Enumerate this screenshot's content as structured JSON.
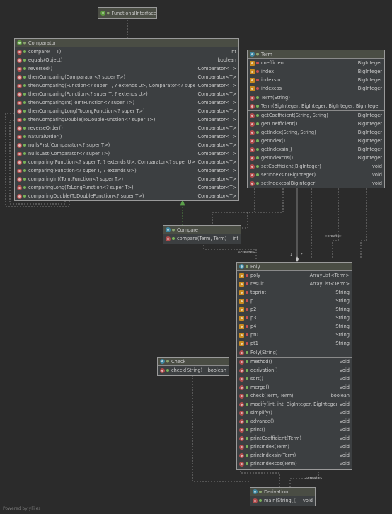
{
  "classes": {
    "functional_interface": {
      "name": "FunctionalInterface"
    },
    "comparator": {
      "name": "Comparator",
      "methods": [
        {
          "name": "compare(T, T)",
          "type": "int"
        },
        {
          "name": "equals(Object)",
          "type": "boolean"
        },
        {
          "name": "reversed()",
          "type": "Comparator<T>"
        },
        {
          "name": "thenComparing(Comparator<? super T>)",
          "type": "Comparator<T>"
        },
        {
          "name": "thenComparing(Function<? super T, ? extends U>, Comparator<? super U>)",
          "type": "Comparator<T>"
        },
        {
          "name": "thenComparing(Function<? super T, ? extends U>)",
          "type": "Comparator<T>"
        },
        {
          "name": "thenComparingInt(ToIntFunction<? super T>)",
          "type": "Comparator<T>"
        },
        {
          "name": "thenComparingLong(ToLongFunction<? super T>)",
          "type": "Comparator<T>"
        },
        {
          "name": "thenComparingDouble(ToDoubleFunction<? super T>)",
          "type": "Comparator<T>"
        },
        {
          "name": "reverseOrder()",
          "type": "Comparator<T>"
        },
        {
          "name": "naturalOrder()",
          "type": "Comparator<T>"
        },
        {
          "name": "nullsFirst(Comparator<? super T>)",
          "type": "Comparator<T>"
        },
        {
          "name": "nullsLast(Comparator<? super T>)",
          "type": "Comparator<T>"
        },
        {
          "name": "comparing(Function<? super T, ? extends U>, Comparator<? super U>)",
          "type": "Comparator<T>"
        },
        {
          "name": "comparing(Function<? super T, ? extends U>)",
          "type": "Comparator<T>"
        },
        {
          "name": "comparingInt(ToIntFunction<? super T>)",
          "type": "Comparator<T>"
        },
        {
          "name": "comparingLong(ToLongFunction<? super T>)",
          "type": "Comparator<T>"
        },
        {
          "name": "comparingDouble(ToDoubleFunction<? super T>)",
          "type": "Comparator<T>"
        }
      ]
    },
    "term": {
      "name": "Term",
      "fields": [
        {
          "name": "coefficient",
          "type": "BigInteger"
        },
        {
          "name": "index",
          "type": "BigInteger"
        },
        {
          "name": "indexsin",
          "type": "BigInteger"
        },
        {
          "name": "indexcos",
          "type": "BigInteger"
        }
      ],
      "constructors": [
        {
          "name": "Term(String)",
          "type": ""
        },
        {
          "name": "Term(BigInteger, BigInteger, BigInteger, BigInteger)",
          "type": ""
        }
      ],
      "methods": [
        {
          "name": "getCoefficient(String, String)",
          "type": "BigInteger"
        },
        {
          "name": "getCoefficient()",
          "type": "BigInteger"
        },
        {
          "name": "getIndex(String, String)",
          "type": "BigInteger"
        },
        {
          "name": "getIndex()",
          "type": "BigInteger"
        },
        {
          "name": "getIndexsin()",
          "type": "BigInteger"
        },
        {
          "name": "getIndexcos()",
          "type": "BigInteger"
        },
        {
          "name": "setCoefficient(BigInteger)",
          "type": "void"
        },
        {
          "name": "setIndexsin(BigInteger)",
          "type": "void"
        },
        {
          "name": "setIndexcos(BigInteger)",
          "type": "void"
        }
      ]
    },
    "compare": {
      "name": "Compare",
      "methods": [
        {
          "name": "compare(Term, Term)",
          "type": "int"
        }
      ]
    },
    "poly": {
      "name": "Poly",
      "fields": [
        {
          "name": "poly",
          "type": "ArrayList<Term>"
        },
        {
          "name": "result",
          "type": "ArrayList<Term>"
        },
        {
          "name": "toprint",
          "type": "String"
        },
        {
          "name": "p1",
          "type": "String"
        },
        {
          "name": "p2",
          "type": "String"
        },
        {
          "name": "p3",
          "type": "String"
        },
        {
          "name": "p4",
          "type": "String"
        },
        {
          "name": "pt0",
          "type": "String"
        },
        {
          "name": "pt1",
          "type": "String"
        }
      ],
      "constructors": [
        {
          "name": "Poly(String)",
          "type": ""
        }
      ],
      "methods": [
        {
          "name": "method()",
          "type": "void"
        },
        {
          "name": "derivation()",
          "type": "void"
        },
        {
          "name": "sort()",
          "type": "void"
        },
        {
          "name": "merge()",
          "type": "void"
        },
        {
          "name": "check(Term, Term)",
          "type": "boolean"
        },
        {
          "name": "modify(int, int, BigInteger, BigInteger)",
          "type": "void"
        },
        {
          "name": "simplify()",
          "type": "void"
        },
        {
          "name": "advance()",
          "type": "void"
        },
        {
          "name": "print()",
          "type": "void"
        },
        {
          "name": "printCoefficient(Term)",
          "type": "void"
        },
        {
          "name": "printIndex(Term)",
          "type": "void"
        },
        {
          "name": "printIndexsin(Term)",
          "type": "void"
        },
        {
          "name": "printIndexcos(Term)",
          "type": "void"
        }
      ]
    },
    "check": {
      "name": "Check",
      "methods": [
        {
          "name": "check(String)",
          "type": "boolean"
        }
      ]
    },
    "derivation": {
      "name": "Derivation",
      "methods": [
        {
          "name": "main(String[])",
          "type": "void"
        }
      ]
    }
  },
  "labels": {
    "create_compare": "«create»",
    "create_term": "«create»",
    "create_poly": "«create»",
    "multiplicity_1": "1",
    "multiplicity_star": "*"
  },
  "footer": "Powered by yFiles",
  "colors": {
    "background": "#2b2b2b",
    "box": "#3c3f41",
    "header": "#4a4d44",
    "class_icon": "#3e86a0",
    "interface_icon": "#5c9a3e",
    "method_icon": "#b04c4c",
    "field_icon": "#c98a1f"
  }
}
